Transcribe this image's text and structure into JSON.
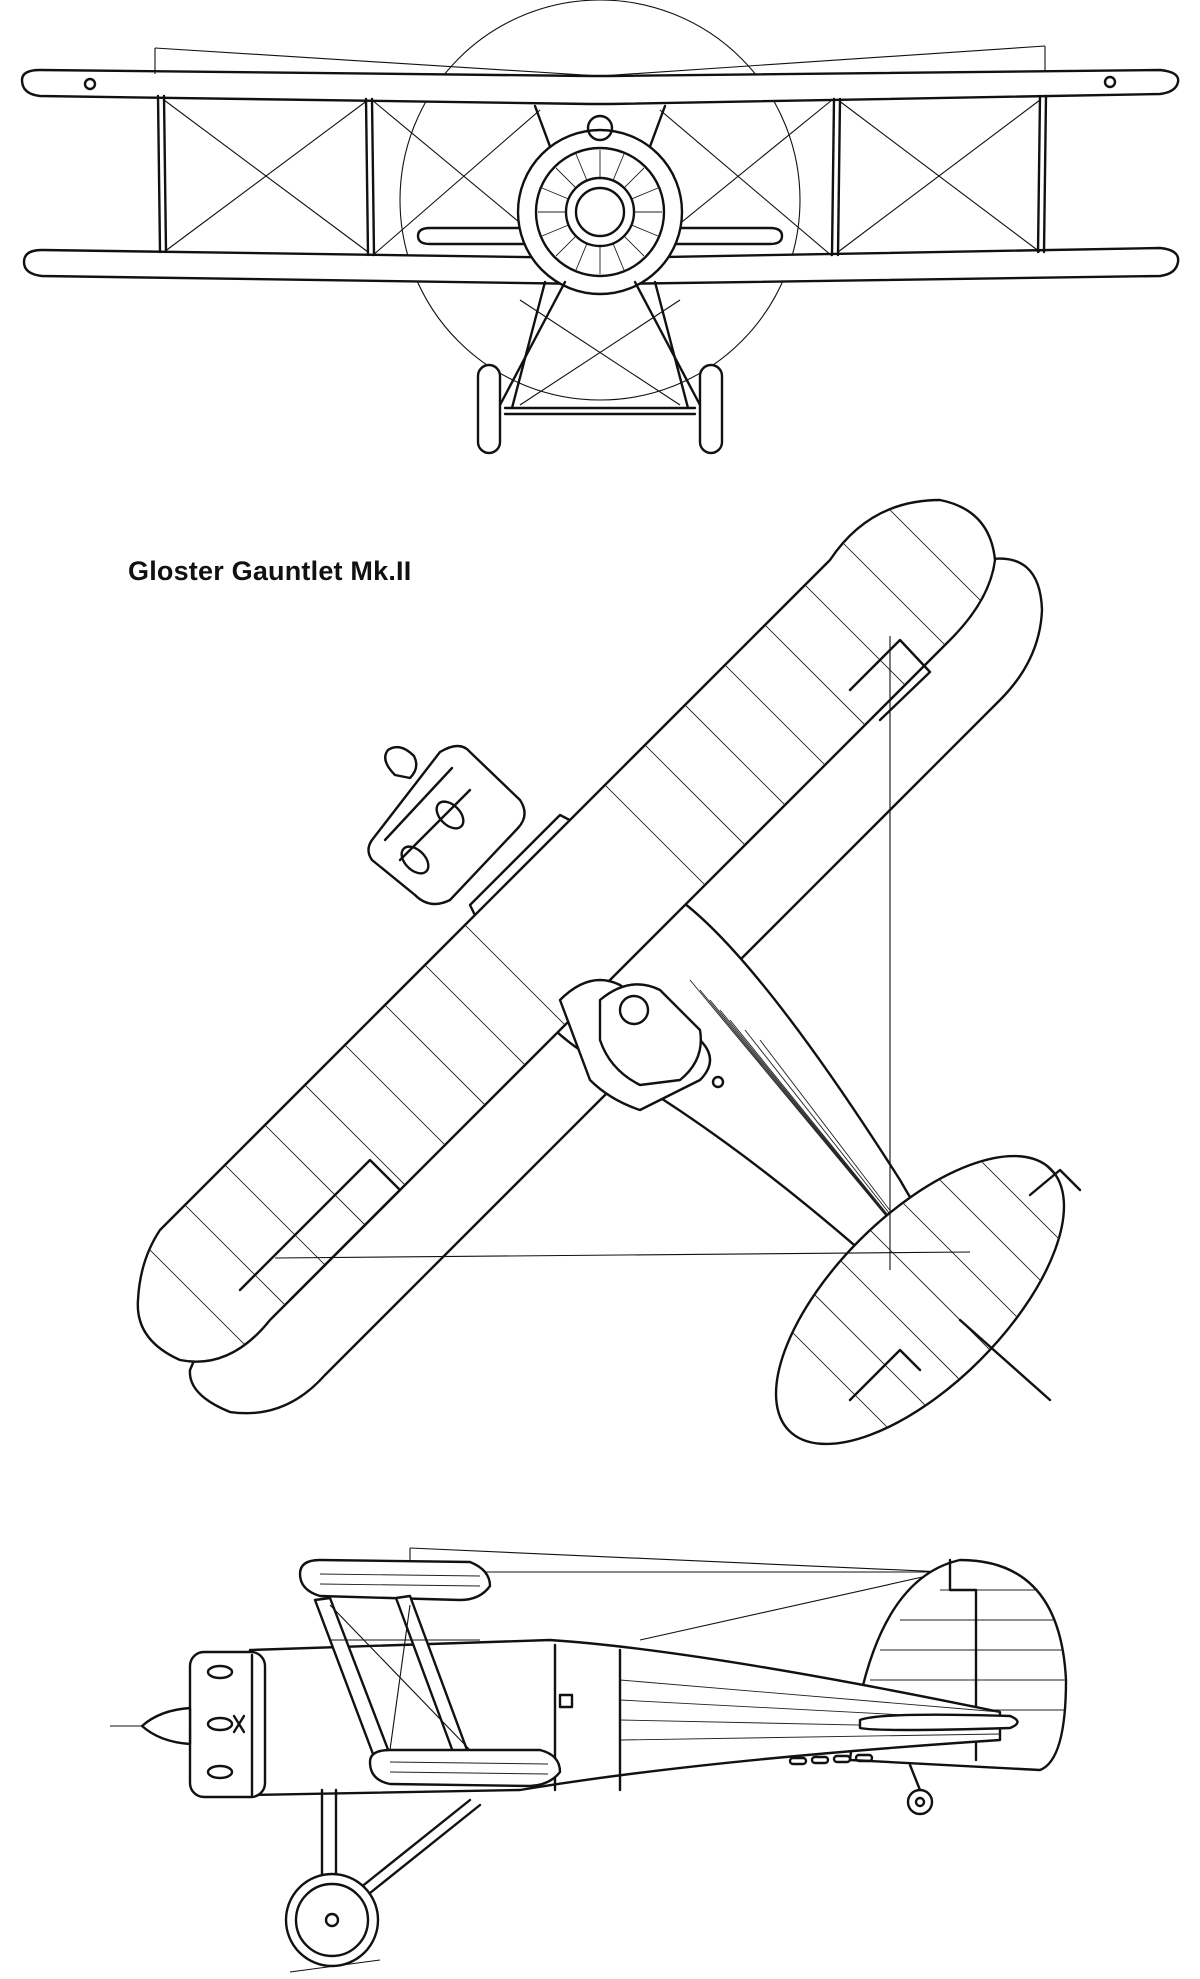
{
  "title": "Gloster Gauntlet Mk.II",
  "colors": {
    "ink": "#111111",
    "paper": "#ffffff"
  },
  "views": [
    "front-view",
    "plan-view",
    "side-view"
  ]
}
